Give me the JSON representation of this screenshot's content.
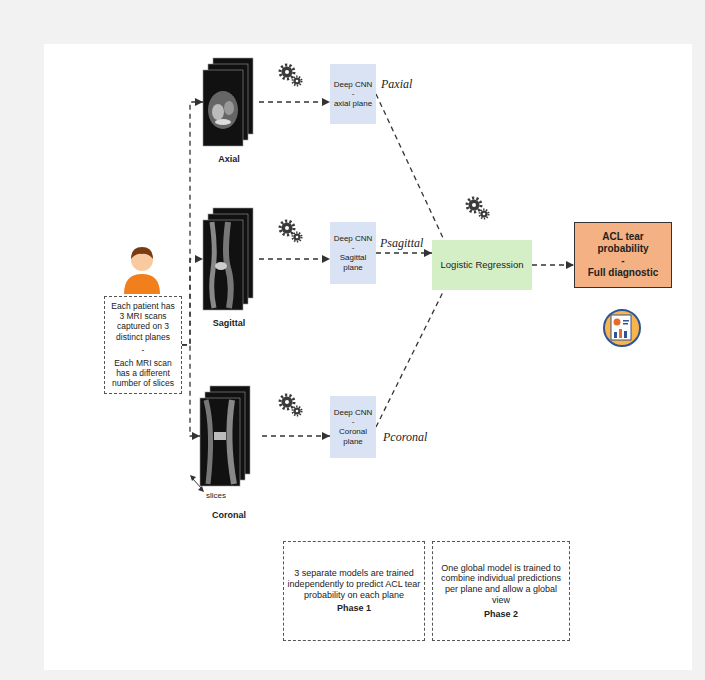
{
  "diagram": {
    "nodes": [
      {
        "text": [
          "Each patient has 3 MRI scans captured on 3 distinct planes",
          "-",
          "Each MRI scan has a different number of slices"
        ]
      },
      {
        "text": [
          "Axial"
        ]
      },
      {
        "text": [
          "Deep CNN",
          "-",
          "axial plane"
        ]
      },
      {
        "text": [
          "Sagittal"
        ]
      },
      {
        "text": [
          "Deep CNN",
          "-",
          "Sagittal plane"
        ]
      },
      {
        "text": [
          "Coronal"
        ]
      },
      {
        "text": [
          "Deep CNN",
          "-",
          "Coronal plane"
        ]
      },
      {
        "text": [
          "Logistic Regression"
        ]
      },
      {
        "text": [
          "ACL tear probability",
          "-",
          "Full diagnostic"
        ]
      },
      {
        "text": [
          "3 separate models are trained independently to predict ACL tear probability on each plane",
          "Phase 1"
        ]
      },
      {
        "text": [
          "One global model is trained to combine individual predictions per plane and allow a global view",
          "Phase 2"
        ]
      }
    ],
    "edges": [
      {
        "from": 0,
        "to": 1,
        "arrow": "to"
      },
      {
        "from": 0,
        "to": 3,
        "arrow": "to"
      },
      {
        "from": 0,
        "to": 5,
        "arrow": "to"
      },
      {
        "from": 1,
        "to": 2,
        "arrow": "to"
      },
      {
        "from": 3,
        "to": 4,
        "arrow": "to"
      },
      {
        "from": 5,
        "to": 6,
        "arrow": "to"
      },
      {
        "from": 2,
        "to": 7,
        "label": "Paxial",
        "arrow": "none"
      },
      {
        "from": 4,
        "to": 7,
        "label": "Psagittal",
        "arrow": "to"
      },
      {
        "from": 6,
        "to": 7,
        "label": "Pcoronal",
        "arrow": "none"
      },
      {
        "from": 7,
        "to": 8,
        "arrow": "to"
      }
    ],
    "labels": [
      "slices"
    ]
  }
}
